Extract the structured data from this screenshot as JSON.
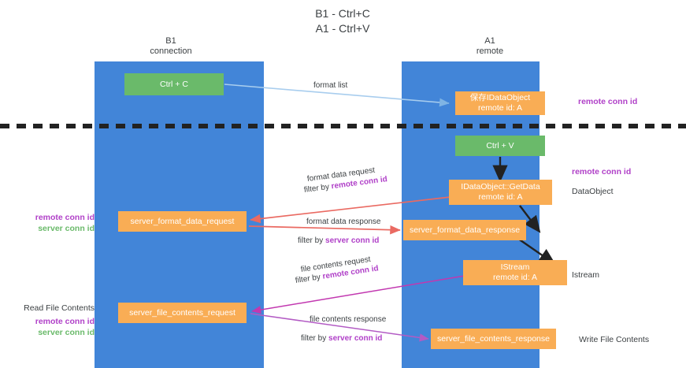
{
  "title": "B1 - Ctrl+C\nA1 - Ctrl+V",
  "lanes": [
    {
      "name": "b1",
      "header": "B1\nconnection",
      "color": "#4285d8"
    },
    {
      "name": "a1",
      "header": "A1\nremote",
      "color": "#4285d8"
    }
  ],
  "nodes": {
    "ctrl_c": "Ctrl + C",
    "save_dataobject": "保存IDataObject\nremote id: A",
    "ctrl_v": "Ctrl + V",
    "getdata": "IDataObject::GetData\nremote id: A",
    "server_format_data_request": "server_format_data_request",
    "server_format_data_response": "server_format_data_response",
    "istream": "IStream\nremote id: A",
    "server_file_contents_request": "server_file_contents_request",
    "server_file_contents_response": "server_file_contents_response"
  },
  "arrow_labels": {
    "format_list": "format list",
    "format_data_request": "format data request",
    "format_data_request_filter_prefix": "filter by ",
    "format_data_request_filter_key": "remote conn id",
    "format_data_response": "format data response",
    "format_data_response_filter_prefix": "filter by ",
    "format_data_response_filter_key": "server conn id",
    "file_contents_request": "file contents request",
    "file_contents_request_filter_prefix": "filter by ",
    "file_contents_request_filter_key": "remote conn id",
    "file_contents_response": "file contents response",
    "file_contents_response_filter_prefix": "filter by ",
    "file_contents_response_filter_key": "server conn id"
  },
  "side_labels": {
    "remote_conn_id_top": "remote conn id",
    "remote_conn_id_mid": "remote conn id",
    "dataobject": "DataObject",
    "istream": "Istream",
    "write_file_contents": "Write File Contents",
    "read_file_contents": "Read File Contents",
    "left_remote_conn_id": "remote conn id",
    "left_server_conn_id": "server conn id",
    "left_remote_conn_id_2": "remote conn id",
    "left_server_conn_id_2": "server conn id"
  },
  "colors": {
    "lane": "#4285d8",
    "green_node": "#6aba6a",
    "orange_node": "#f9ad55",
    "purple_text": "#b040c8",
    "green_text": "#6aba6a",
    "light_blue_arrow": "#a8cdee",
    "red_arrow": "#ea6a62",
    "magenta_arrow": "#c238b0",
    "purple_arrow": "#b35bc4",
    "black_arrow": "#222222",
    "divider": "#222222"
  }
}
